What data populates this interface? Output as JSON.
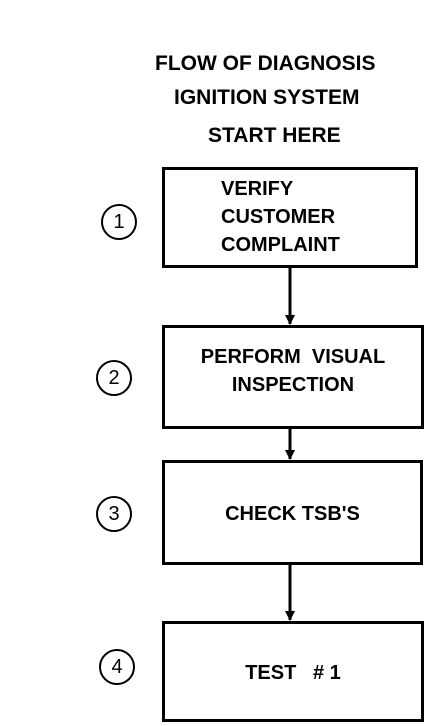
{
  "diagram": {
    "title_lines": [
      "FLOW OF DIAGNOSIS",
      "IGNITION SYSTEM",
      "START HERE"
    ],
    "steps": [
      {
        "number": "1",
        "lines": [
          "VERIFY",
          "CUSTOMER",
          "COMPLAINT"
        ]
      },
      {
        "number": "2",
        "lines": [
          "PERFORM  VISUAL",
          "INSPECTION"
        ]
      },
      {
        "number": "3",
        "lines": [
          "CHECK TSB'S"
        ]
      },
      {
        "number": "4",
        "lines": [
          "TEST   # 1"
        ]
      }
    ],
    "colors": {
      "ink": "#000000",
      "background": "#ffffff"
    }
  }
}
